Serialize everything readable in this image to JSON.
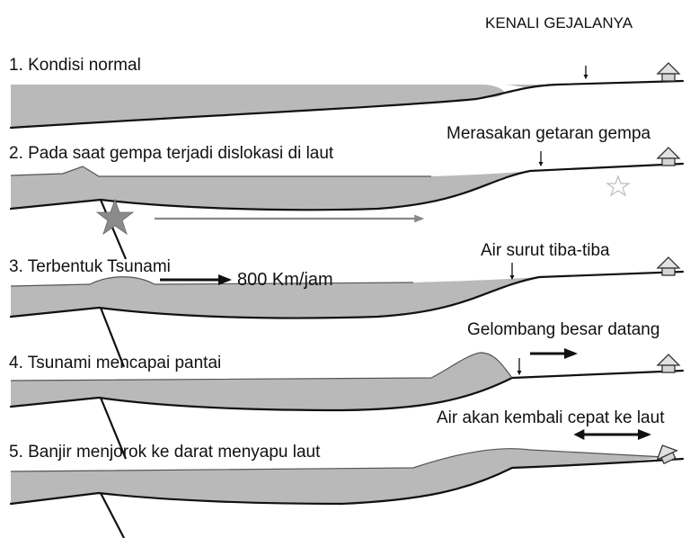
{
  "header": {
    "title": "KENALI GEJALANYA"
  },
  "panels": [
    {
      "id": 1,
      "label": "1. Kondisi normal",
      "sign": ""
    },
    {
      "id": 2,
      "label": "2. Pada saat gempa terjadi dislokasi di laut",
      "sign": "Merasakan getaran gempa"
    },
    {
      "id": 3,
      "label": "3. Terbentuk Tsunami",
      "sign": "Air surut tiba-tiba",
      "speed": "800 Km/jam"
    },
    {
      "id": 4,
      "label": "4. Tsunami mencapai pantai",
      "sign": "Gelombang besar datang"
    },
    {
      "id": 5,
      "label": "5. Banjir menjorok ke darat menyapu laut",
      "sign": "Air akan kembali cepat ke laut"
    }
  ],
  "colors": {
    "water": "#b9b9b9",
    "line": "#111111",
    "star": "#8a8a8a"
  },
  "icons": [
    "house-icon",
    "epicenter-star-icon",
    "down-arrow-icon",
    "right-arrow-icon",
    "double-arrow-icon"
  ]
}
